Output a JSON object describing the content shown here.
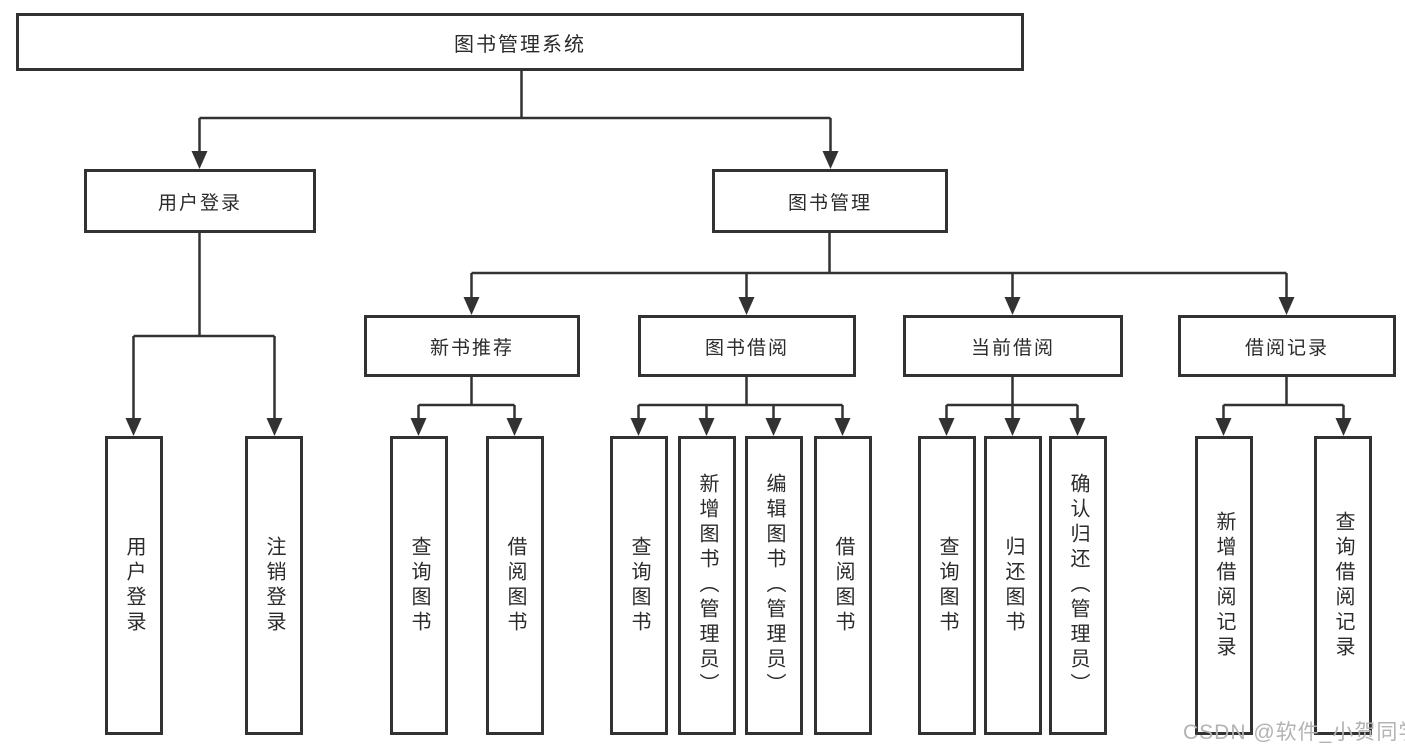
{
  "diagram": {
    "root": {
      "label": "图书管理系统"
    },
    "level2": [
      {
        "label": "用户登录"
      },
      {
        "label": "图书管理"
      }
    ],
    "level3": [
      {
        "label": "新书推荐"
      },
      {
        "label": "图书借阅"
      },
      {
        "label": "当前借阅"
      },
      {
        "label": "借阅记录"
      }
    ],
    "leaves": [
      {
        "label": "用户登录"
      },
      {
        "label": "注销登录"
      },
      {
        "label": "查询图书"
      },
      {
        "label": "借阅图书"
      },
      {
        "label": "查询图书"
      },
      {
        "label": "新增图书（管理员）"
      },
      {
        "label": "编辑图书（管理员）"
      },
      {
        "label": "借阅图书"
      },
      {
        "label": "查询图书"
      },
      {
        "label": "归还图书"
      },
      {
        "label": "确认归还（管理员）"
      },
      {
        "label": "新增借阅记录"
      },
      {
        "label": "查询借阅记录"
      }
    ]
  },
  "watermark": {
    "text": "CSDN @软件_小贺同学"
  },
  "colors": {
    "line": "#323232",
    "border": "#323232",
    "text": "#2b2b2b",
    "background": "#ffffff",
    "watermark": "#b3b3b3"
  }
}
